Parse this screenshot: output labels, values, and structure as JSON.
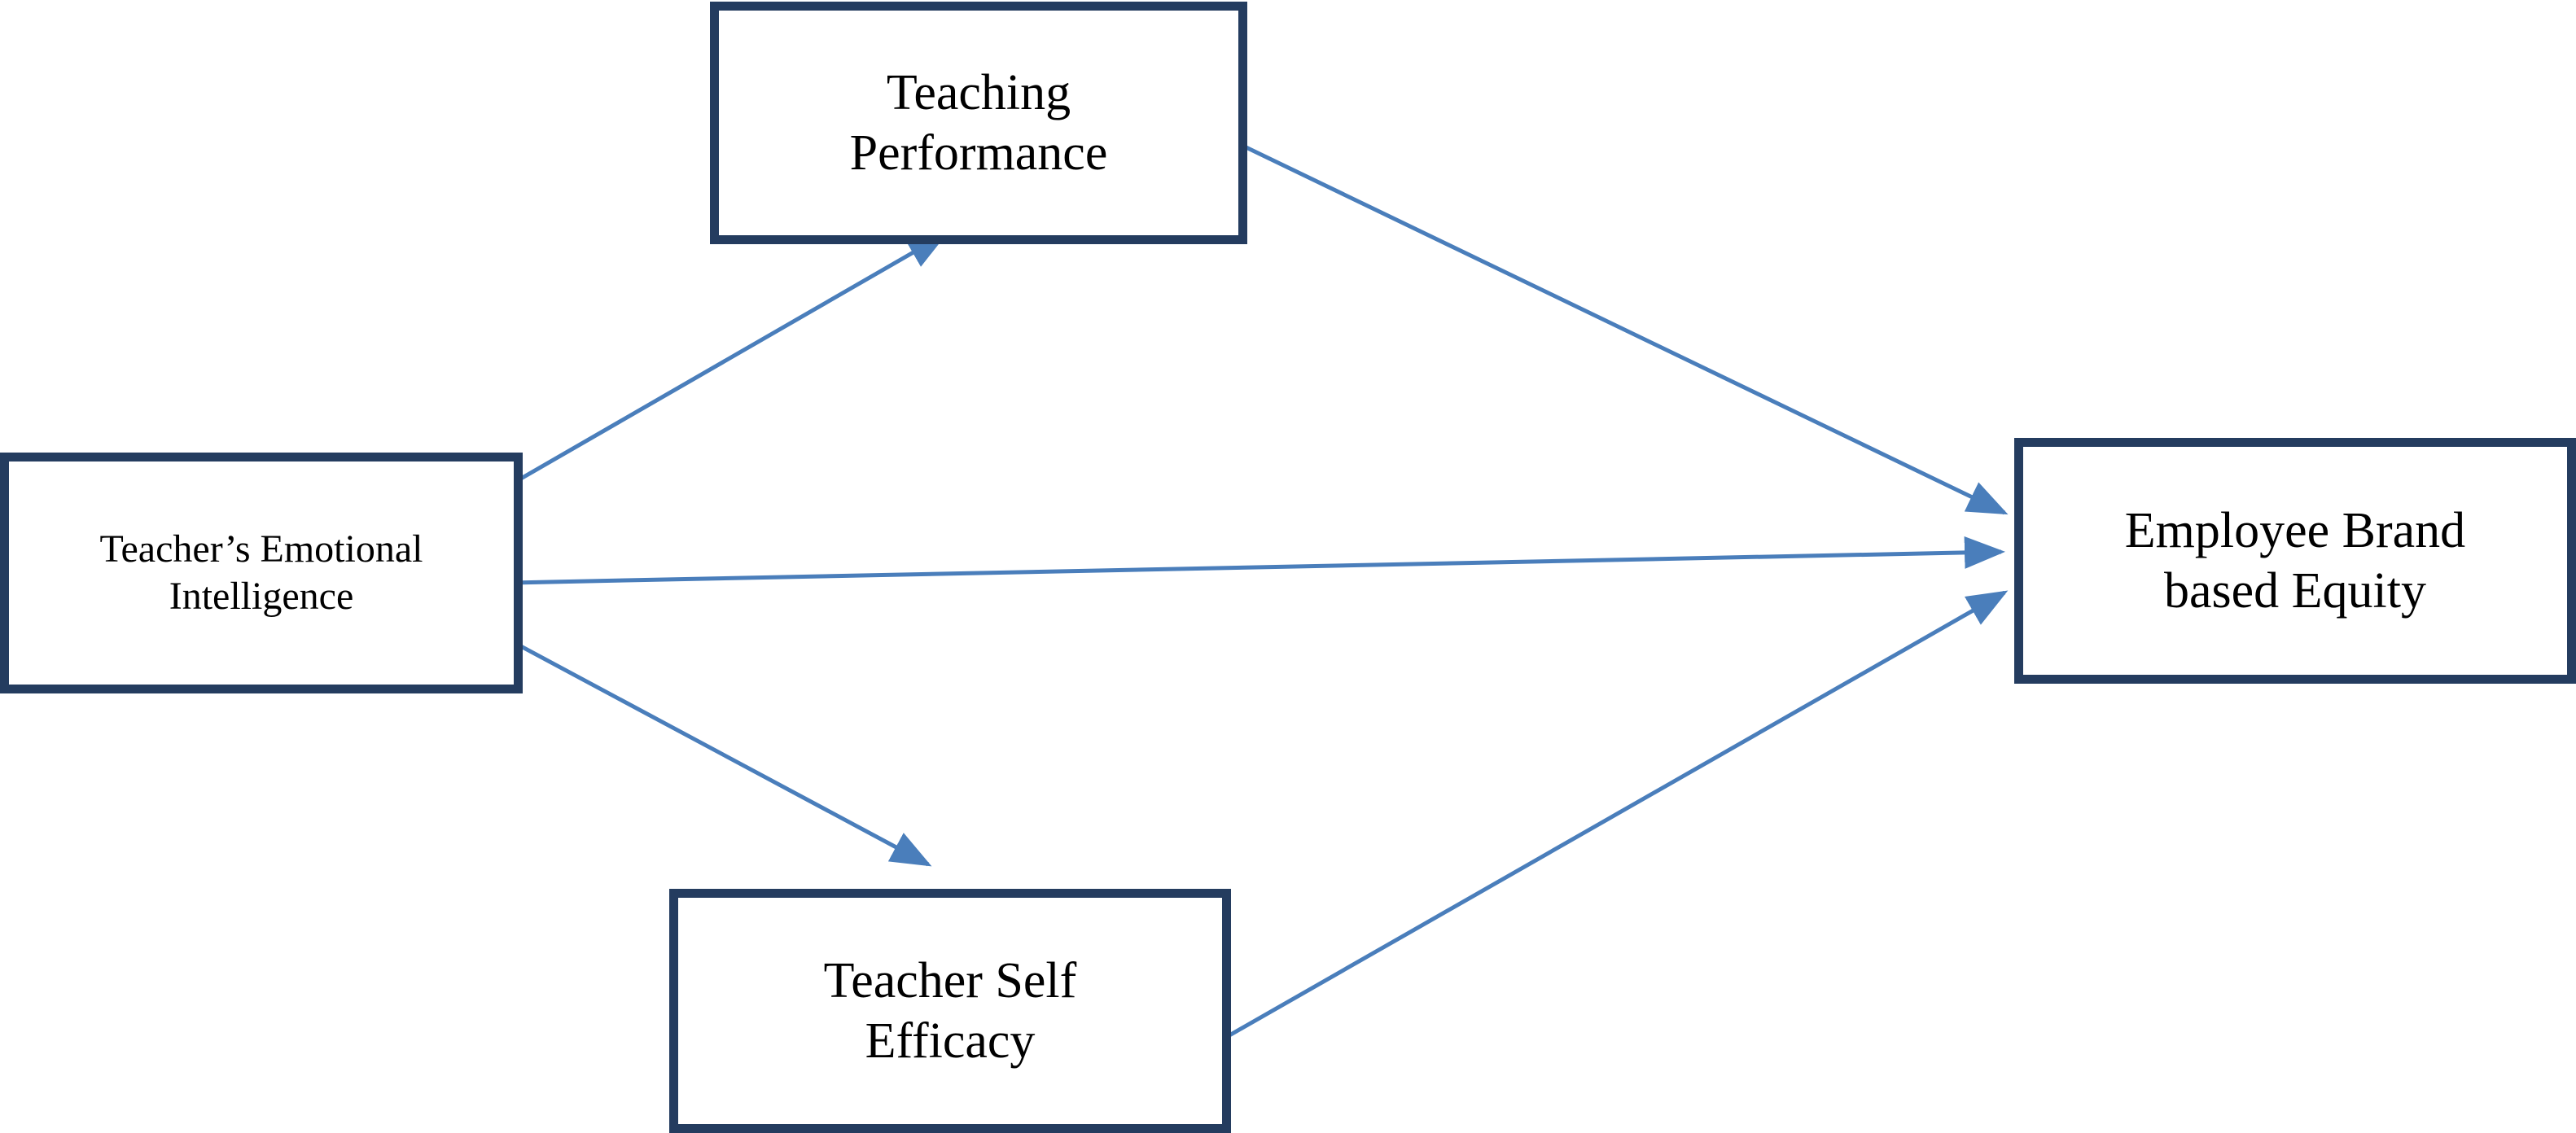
{
  "diagram": {
    "nodes": [
      {
        "id": "tp",
        "lines": [
          "Teaching",
          "Performance"
        ]
      },
      {
        "id": "tei",
        "lines": [
          "Teacher’s Emotional",
          "Intelligence"
        ]
      },
      {
        "id": "ebbe",
        "lines": [
          "Employee Brand",
          "based Equity"
        ]
      },
      {
        "id": "tse",
        "lines": [
          "Teacher Self",
          "Efficacy"
        ]
      }
    ],
    "edges": [
      {
        "from": "tei",
        "to": "tp"
      },
      {
        "from": "tp",
        "to": "ebbe"
      },
      {
        "from": "tei",
        "to": "ebbe"
      },
      {
        "from": "tei",
        "to": "tse"
      },
      {
        "from": "tse",
        "to": "ebbe"
      }
    ],
    "colors": {
      "box_border": "#243c5f",
      "arrow": "#4a7ebb",
      "text": "#000000",
      "background": "#ffffff"
    }
  }
}
